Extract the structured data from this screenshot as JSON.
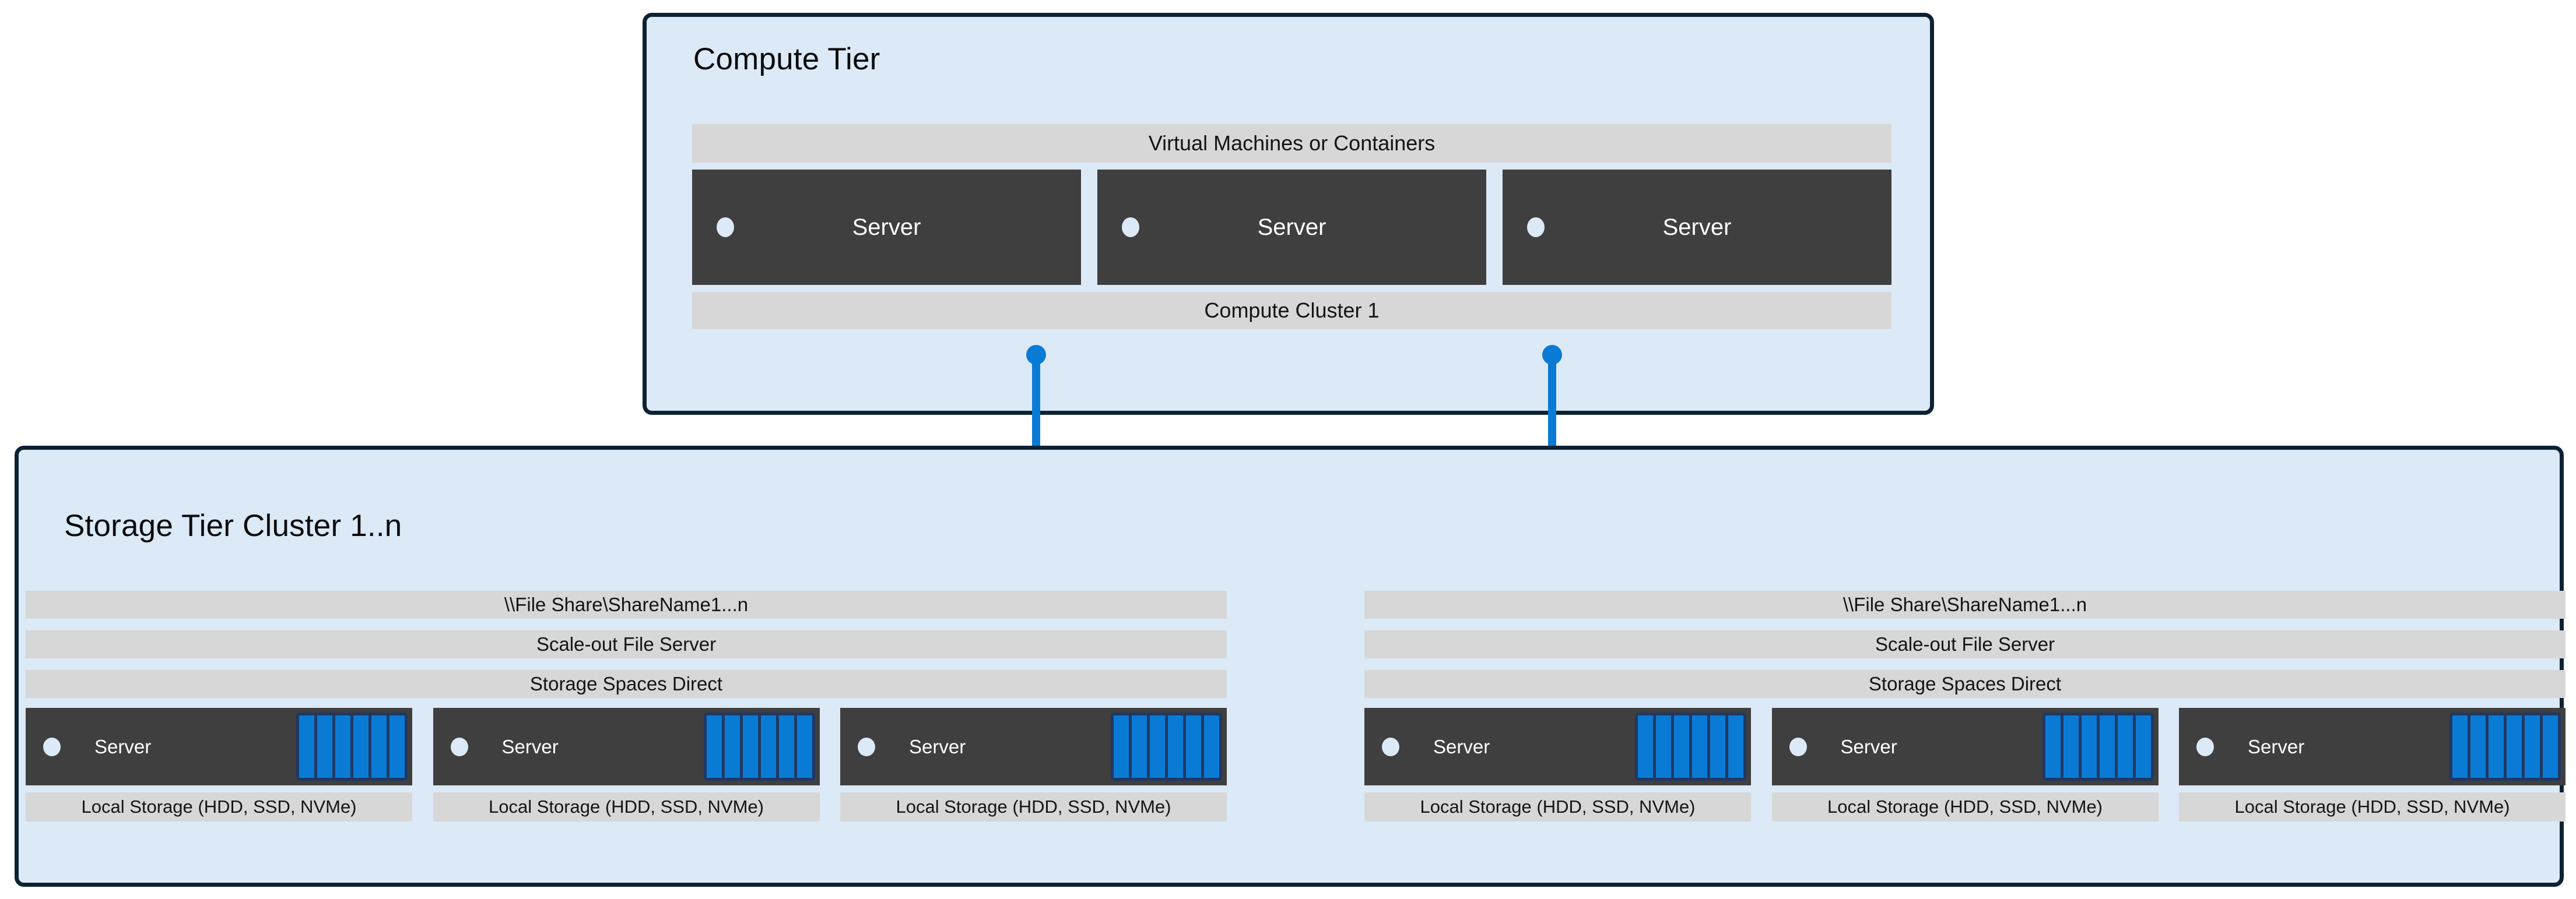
{
  "compute_tier": {
    "title": "Compute Tier",
    "vm_band_label": "Virtual Machines or Containers",
    "cluster_band_label": "Compute Cluster 1",
    "servers": [
      {
        "label": "Server"
      },
      {
        "label": "Server"
      },
      {
        "label": "Server"
      }
    ]
  },
  "storage_tier": {
    "title": "Storage Tier Cluster 1..n",
    "clusters": [
      {
        "bands": [
          "\\\\File Share\\ShareName1...n",
          "Scale-out File Server",
          "Storage Spaces Direct"
        ],
        "nodes": [
          {
            "label": "Server",
            "local_storage": "Local Storage (HDD, SSD, NVMe)",
            "disks": 6
          },
          {
            "label": "Server",
            "local_storage": "Local Storage (HDD, SSD, NVMe)",
            "disks": 6
          },
          {
            "label": "Server",
            "local_storage": "Local Storage (HDD, SSD, NVMe)",
            "disks": 6
          }
        ]
      },
      {
        "bands": [
          "\\\\File Share\\ShareName1...n",
          "Scale-out File Server",
          "Storage Spaces Direct"
        ],
        "nodes": [
          {
            "label": "Server",
            "local_storage": "Local Storage (HDD, SSD, NVMe)",
            "disks": 6
          },
          {
            "label": "Server",
            "local_storage": "Local Storage (HDD, SSD, NVMe)",
            "disks": 6
          },
          {
            "label": "Server",
            "local_storage": "Local Storage (HDD, SSD, NVMe)",
            "disks": 6
          }
        ]
      }
    ]
  },
  "connectors": [
    {
      "name": "compute-to-storage-cluster-1"
    },
    {
      "name": "compute-to-storage-cluster-2"
    }
  ],
  "icons": {
    "folder": "folder-icon",
    "node_status": "status-dot-icon",
    "disk": "disk-icon"
  },
  "colors": {
    "tier_fill": "#dce9f7",
    "tier_border": "#0d2233",
    "band_fill": "#d7d7d7",
    "server_fill": "#3f3f3f",
    "accent_blue": "#0a7bd5",
    "disk_tray": "#1f3864"
  }
}
